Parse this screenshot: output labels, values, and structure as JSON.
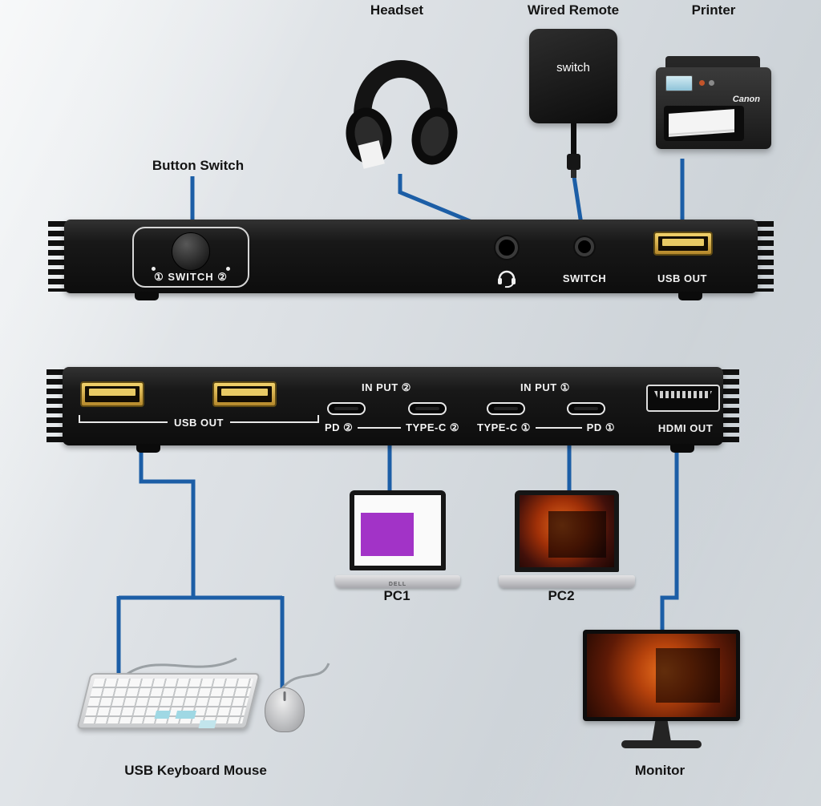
{
  "device_labels": {
    "headset": "Headset",
    "wired_remote": "Wired Remote",
    "printer": "Printer",
    "button_switch": "Button Switch",
    "pc1": "PC1",
    "pc2": "PC2",
    "usb_keyboard_mouse": "USB Keyboard Mouse",
    "monitor": "Monitor"
  },
  "wired_remote": {
    "button_text": "switch"
  },
  "printer": {
    "brand": "Canon"
  },
  "pc1": {
    "logo": "DELL"
  },
  "front_panel": {
    "switch_group_label": "① SWITCH ②",
    "switch_jack_label": "SWITCH",
    "usb_out_label": "USB OUT"
  },
  "rear_panel": {
    "usb_out_label": "USB OUT",
    "input_2_label": "IN PUT ②",
    "pd_2_label": "PD ②",
    "type_c_2_label": "TYPE-C ②",
    "input_1_label": "IN PUT ①",
    "type_c_1_label": "TYPE-C ①",
    "pd_1_label": "PD ①",
    "hdmi_out_label": "HDMI OUT"
  },
  "colors": {
    "connection_line": "#1c5ea6",
    "panel_body": "#161616",
    "usb_gold": "#c59a33"
  }
}
